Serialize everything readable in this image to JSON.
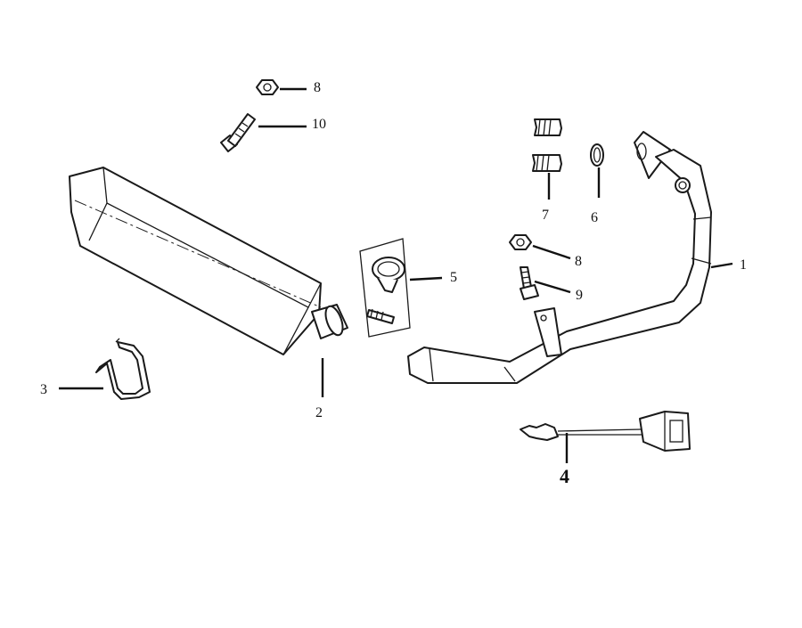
{
  "callouts": {
    "exhaust_pipe": "1",
    "muffler": "2",
    "muffler_bracket": "3",
    "oxygen_sensor": "4",
    "clamp": "5",
    "gasket": "6",
    "stud": "7",
    "nut_top": "8",
    "nut_mid": "8",
    "bolt_mid": "9",
    "bolt_top": "10"
  },
  "colors": {
    "line": "#1a1a1a",
    "background": "#ffffff"
  }
}
